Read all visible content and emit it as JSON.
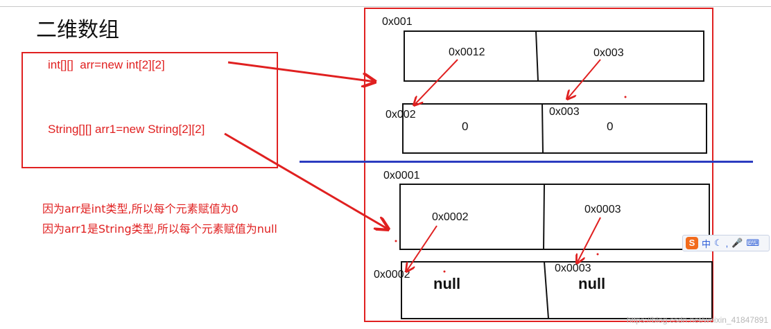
{
  "title": "二维数组",
  "code": {
    "line1": "int[][]  arr=new int[2][2]",
    "line2": "String[][] arr1=new String[2][2]"
  },
  "notes": {
    "line1": "因为arr是int类型,所以每个元素赋值为0",
    "line2": "因为arr1是String类型,所以每个元素赋值为null"
  },
  "int_array": {
    "outer_addr": "0x001",
    "refs": [
      "0x0012",
      "0x003"
    ],
    "inner_addr_left": "0x002",
    "inner_addr_right": "0x003",
    "values": [
      "0",
      "0"
    ]
  },
  "string_array": {
    "outer_addr": "0x0001",
    "refs": [
      "0x0002",
      "0x0003"
    ],
    "inner_addr_left": "0x0002",
    "inner_addr_right": "0x0003",
    "values": [
      "null",
      "null"
    ]
  },
  "ime": {
    "lang": "中"
  },
  "watermark": "https://blog.csdn.net/weixin_41847891",
  "colors": {
    "red": "#e02020",
    "blue": "#2b3bc0",
    "black": "#111111"
  }
}
